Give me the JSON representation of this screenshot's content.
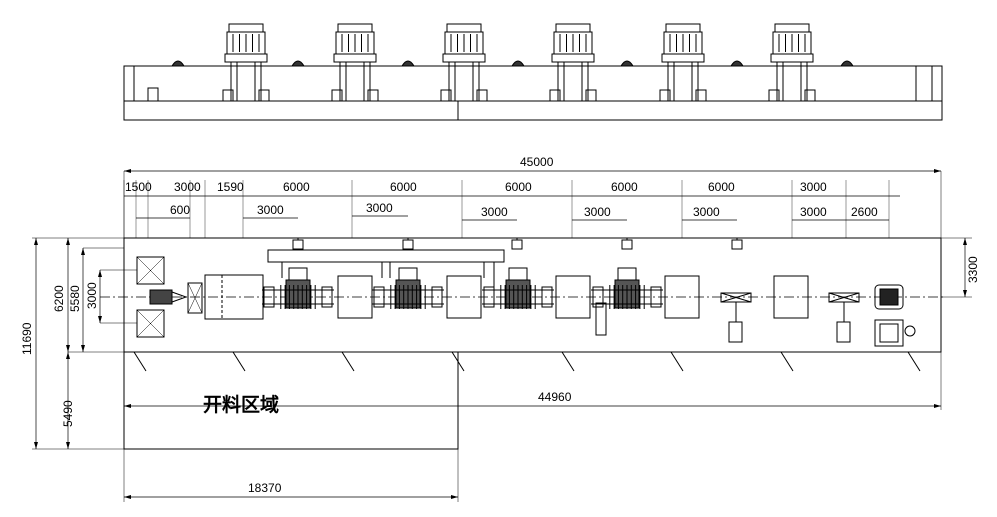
{
  "dimensions": {
    "total_length": "45000",
    "top_row": [
      "1500",
      "3000",
      "1590",
      "6000",
      "6000",
      "6000",
      "6000",
      "6000",
      "3000"
    ],
    "second_row": [
      "600",
      "3000",
      "3000",
      "3000",
      "3000",
      "3000",
      "3000",
      "2600"
    ],
    "left_outer": "11690",
    "left_6200": "6200",
    "left_5580": "5580",
    "left_3000": "3000",
    "left_5490": "5490",
    "right_3300": "3300",
    "bottom_length": "44960",
    "uncoiling_length": "18370"
  },
  "labels": {
    "uncoiling_area": "开料区域"
  }
}
